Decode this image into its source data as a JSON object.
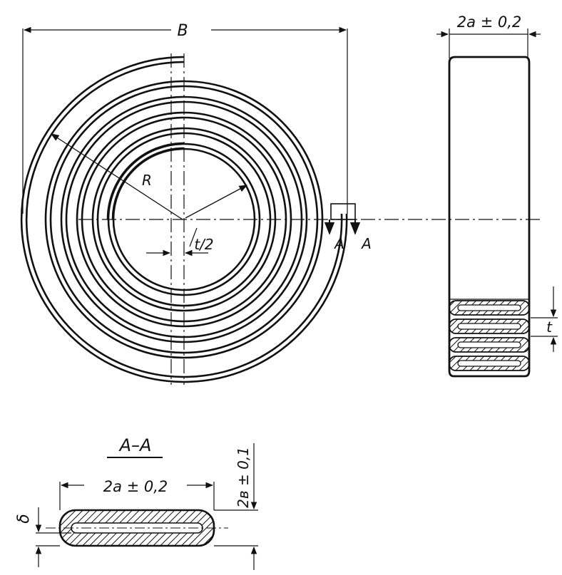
{
  "diagram": {
    "main_view": {
      "label_outer_width": "B",
      "label_radius": "R",
      "label_half_pitch": "t/2",
      "label_section_mark_left": "A",
      "label_section_mark_right": "A",
      "turns_visible": 6
    },
    "side_view": {
      "label_width": "2a ± 0,2",
      "label_pitch": "t",
      "cross_sections_visible": 4
    },
    "section_view": {
      "title": "A–A",
      "label_width": "2a ± 0,2",
      "label_height": "2в ± 0,1",
      "label_thickness": "δ"
    }
  },
  "colors": {
    "ink": "#111111",
    "paper": "#ffffff"
  }
}
